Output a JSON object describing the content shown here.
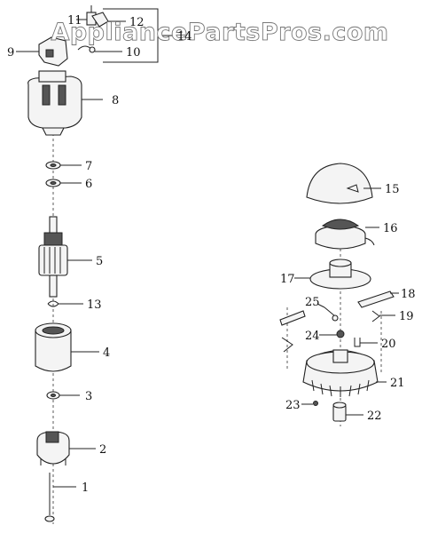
{
  "watermark": "AppliancePartsPros.com",
  "labels": {
    "p1": "1",
    "p2": "2",
    "p3": "3",
    "p4": "4",
    "p5": "5",
    "p6": "6",
    "p7": "7",
    "p8": "8",
    "p9": "9",
    "p10": "10",
    "p11": "11",
    "p12": "12",
    "p13": "13",
    "p14": "14",
    "p15": "15",
    "p16": "16",
    "p17": "17",
    "p18": "18",
    "p19": "19",
    "p20": "20",
    "p21": "21",
    "p22": "22",
    "p23": "23",
    "p24": "24",
    "p25": "25"
  }
}
